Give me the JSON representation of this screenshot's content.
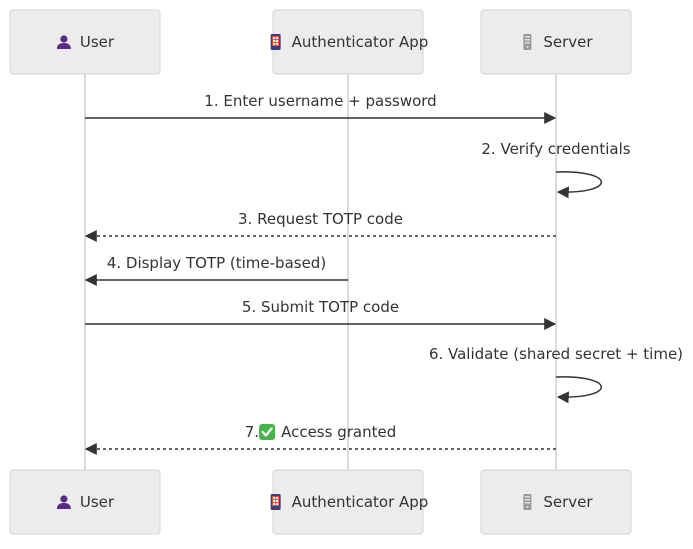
{
  "diagram": {
    "type": "sequence",
    "participants": [
      {
        "id": "user",
        "label": "User",
        "icon": "user-icon"
      },
      {
        "id": "auth",
        "label": "Authenticator App",
        "icon": "mobile-phone-icon"
      },
      {
        "id": "server",
        "label": "Server",
        "icon": "server-icon"
      }
    ],
    "messages": [
      {
        "from": "user",
        "to": "server",
        "text": "1. Enter username + password",
        "style": "solid"
      },
      {
        "from": "server",
        "to": "server",
        "text": "2. Verify credentials",
        "style": "solid"
      },
      {
        "from": "server",
        "to": "user",
        "text": "3. Request TOTP code",
        "style": "dashed"
      },
      {
        "from": "auth",
        "to": "user",
        "text": "4. Display TOTP (time-based)",
        "style": "solid"
      },
      {
        "from": "user",
        "to": "server",
        "text": "5. Submit TOTP code",
        "style": "solid"
      },
      {
        "from": "server",
        "to": "server",
        "text": "6. Validate (shared secret + time)",
        "style": "solid"
      },
      {
        "from": "server",
        "to": "user",
        "prefix": "7. ",
        "icon": "check-mark-icon",
        "text": "Access granted",
        "style": "dashed"
      }
    ],
    "colors": {
      "box_fill": "#ececec",
      "box_stroke": "#d3d3d3",
      "lifeline": "#cfcfcf",
      "arrow": "#333333",
      "text": "#333333",
      "user_icon": "#5b2a86",
      "check_fill": "#4ab24a"
    }
  }
}
